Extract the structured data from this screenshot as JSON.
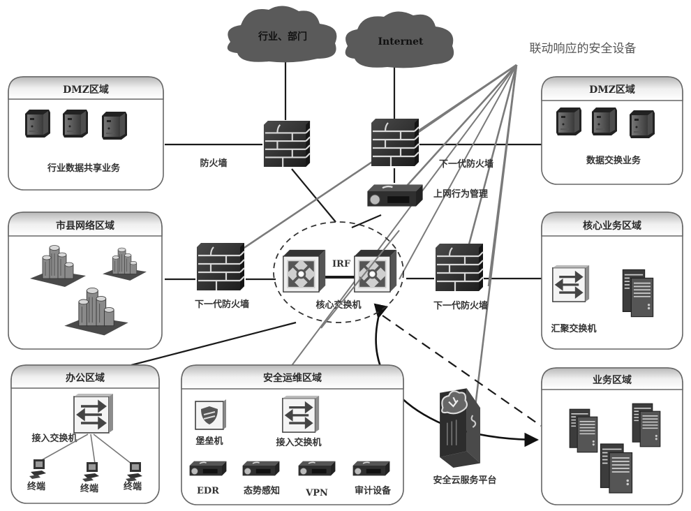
{
  "diagram": {
    "clouds": [
      {
        "id": "industry",
        "label": "行业、部门"
      },
      {
        "id": "internet",
        "label": "Internet"
      }
    ],
    "linkage_label": "联动响应的安全设备",
    "zones": {
      "dmz_left": {
        "title": "DMZ区域",
        "caption": "行业数据共享业务"
      },
      "dmz_right": {
        "title": "DMZ区域",
        "caption": "数据交换业务"
      },
      "city_county": {
        "title": "市县网络区域"
      },
      "core_biz": {
        "title": "核心业务区域",
        "caption": "汇聚交换机"
      },
      "office": {
        "title": "办公区域",
        "switch_label": "接入交换机",
        "terminals": [
          "终端",
          "终端",
          "终端"
        ]
      },
      "sec_ops": {
        "title": "安全运维区域",
        "bastion": "堡垒机",
        "switch_label": "接入交换机",
        "devices": [
          "EDR",
          "态势感知",
          "VPN",
          "审计设备"
        ]
      },
      "business": {
        "title": "业务区域"
      }
    },
    "devices": {
      "firewall_top_left": "防火墙",
      "firewall_top_right": "下一代防火墙",
      "behavior_mgmt": "上网行为管理",
      "firewall_mid_left": "下一代防火墙",
      "firewall_mid_right": "下一代防火墙",
      "core_switch": "核心交换机",
      "irf": "IRF",
      "cloud_platform": "安全云服务平台"
    },
    "colors": {
      "device_dark": "#2b2b2b",
      "cloud": "#5a5a5a",
      "linkage_line": "#777777",
      "zone_border": "#666666",
      "zone_header": "#dcdcdc"
    }
  }
}
